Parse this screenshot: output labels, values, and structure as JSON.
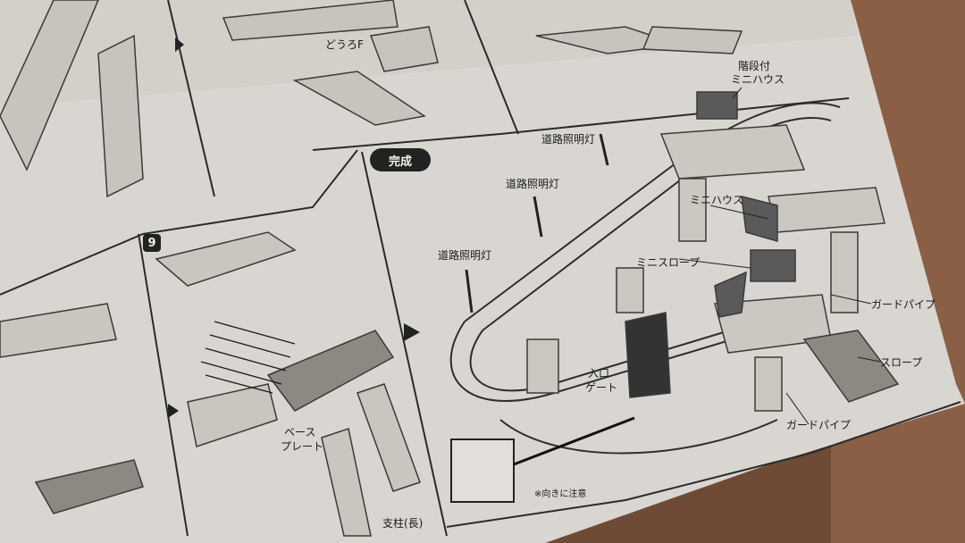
{
  "document": {
    "badge_complete": "完成",
    "step_number": "9",
    "labels": {
      "douro_f": "どうろF",
      "kaidan_mini_house_1": "階段付",
      "kaidan_mini_house_2": "ミニハウス",
      "road_light_1": "道路照明灯",
      "road_light_2": "道路照明灯",
      "road_light_3": "道路照明灯",
      "mini_house": "ミニハウス",
      "mini_slope": "ミニスロープ",
      "guard_pipe_1": "ガードパイプ",
      "guard_pipe_2": "ガードパイプ",
      "slope": "スロープ",
      "gate_1": "入口",
      "gate_2": "ゲート",
      "base_plate_1": "ベース",
      "base_plate_2": "プレート",
      "support_pillar": "支柱(長)",
      "orientation_note": "※向きに注意"
    }
  }
}
